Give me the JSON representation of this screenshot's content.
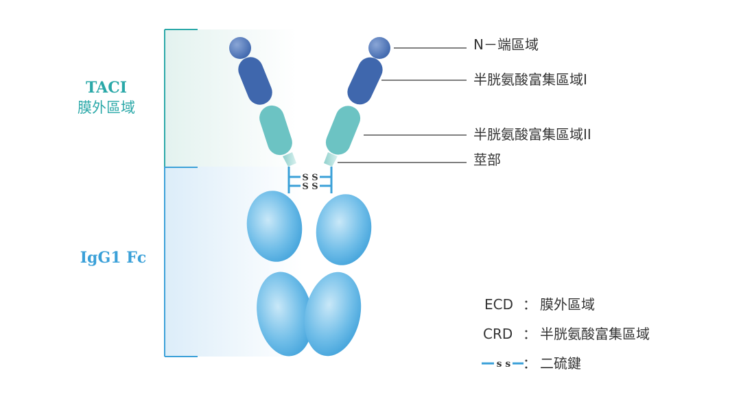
{
  "left_labels": {
    "taci_title": "TACI",
    "taci_subtitle": "膜外區域",
    "fc_title": "IgG1 Fc"
  },
  "callouts": [
    "N－端區域",
    "半胱氨酸富集區域I",
    "半胱氨酸富集區域II",
    "莖部"
  ],
  "disulfide_marks": [
    "S S",
    "S S"
  ],
  "legend": {
    "ecd_abbr": "ECD",
    "ecd_sep": "：",
    "ecd_text": "膜外區域",
    "crd_abbr": "CRD",
    "crd_sep": "：",
    "crd_text": "半胱氨酸富集區域",
    "ss_symbol": "s s",
    "ss_sep": "：",
    "ss_text": "二硫鍵"
  },
  "colors": {
    "teal": "#2aa8a8",
    "blue": "#3aa0d8",
    "dark_blue": "#3f67ad",
    "teal_domain": "#6cc3c3",
    "line": "#555555"
  }
}
